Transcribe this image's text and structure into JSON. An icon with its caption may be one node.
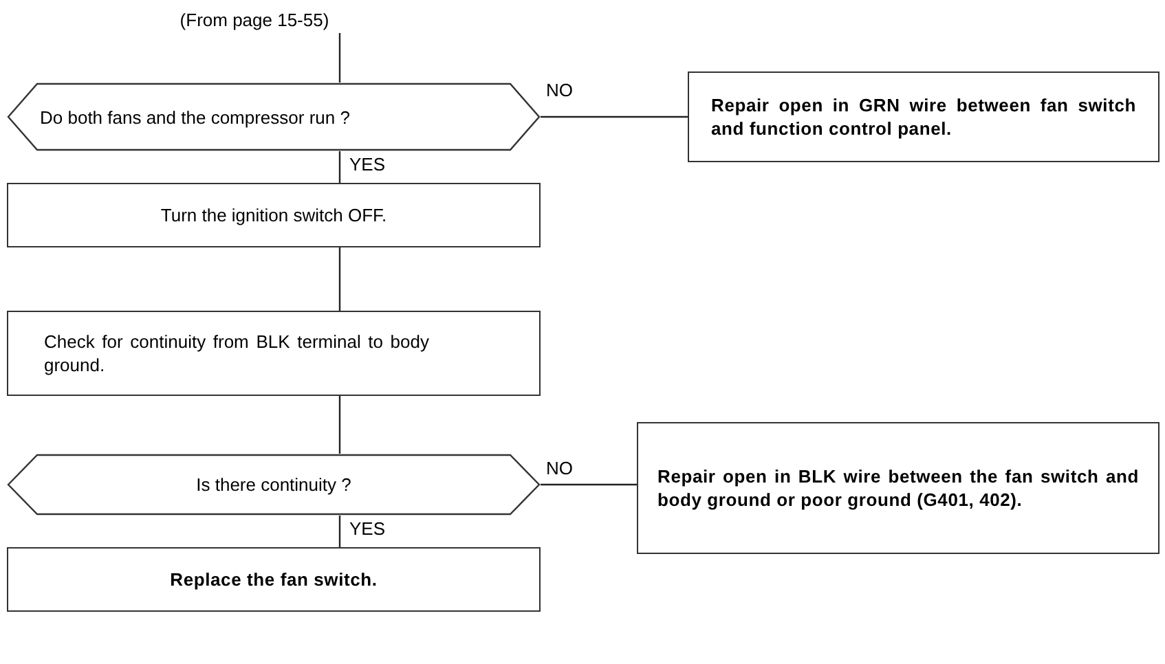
{
  "diagram": {
    "nodes": [
      {
        "text": [
          "(From page 15-55)"
        ]
      },
      {
        "text": [
          "Do both fans and the compressor run ?"
        ]
      },
      {
        "text": [
          "Repair open in GRN wire between fan switch and function control panel."
        ]
      },
      {
        "text": [
          "Turn the ignition switch OFF."
        ]
      },
      {
        "text": [
          "Check for continuity from BLK terminal to body ground."
        ]
      },
      {
        "text": [
          "Is there continuity ?"
        ]
      },
      {
        "text": [
          "Repair open in BLK wire between the fan switch and body ground or poor ground (G401, 402)."
        ]
      },
      {
        "text": [
          "Replace the fan switch."
        ]
      }
    ],
    "edges": [
      {
        "from": 0,
        "to": 1,
        "arrow": "none"
      },
      {
        "from": 1,
        "to": 2,
        "arrow": "none",
        "label": "NO"
      },
      {
        "from": 1,
        "to": 3,
        "arrow": "none",
        "label": "YES"
      },
      {
        "from": 3,
        "to": 4,
        "arrow": "none"
      },
      {
        "from": 4,
        "to": 5,
        "arrow": "none"
      },
      {
        "from": 5,
        "to": 6,
        "arrow": "none",
        "label": "NO"
      },
      {
        "from": 5,
        "to": 7,
        "arrow": "none",
        "label": "YES"
      }
    ]
  }
}
